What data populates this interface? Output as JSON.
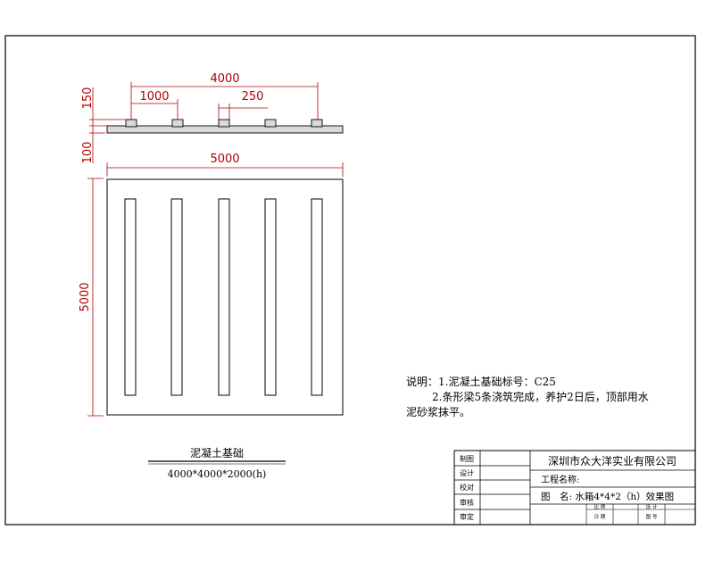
{
  "section_view": {
    "dims": {
      "span": "4000",
      "pitch": "1000",
      "beam_width": "250",
      "beam_height": "150",
      "slab_thickness": "100"
    }
  },
  "plan_view": {
    "dims": {
      "width": "5000",
      "height": "5000"
    },
    "beam_count": 5
  },
  "notes": {
    "line1": "说明：1.泥凝土基础标号：C25",
    "line2": "2.条形梁5条浇筑完成，养护2日后，顶部用水",
    "line3": "泥砂浆抹平。"
  },
  "caption": {
    "title": "泥凝土基础",
    "spec": "4000*4000*2000(h)"
  },
  "title_block": {
    "labels": {
      "drawn": "制图",
      "design": "设计",
      "proofread": "校对",
      "review": "审核",
      "approve": "审定"
    },
    "company": "深圳市众大洋实业有限公司",
    "project_label": "工程名称:",
    "drawing_name": "图　名: 水箱4*4*2（h）效果图",
    "sub": {
      "a": "比 例",
      "b": "设 计",
      "c": "日 期",
      "d": "图 号"
    }
  }
}
